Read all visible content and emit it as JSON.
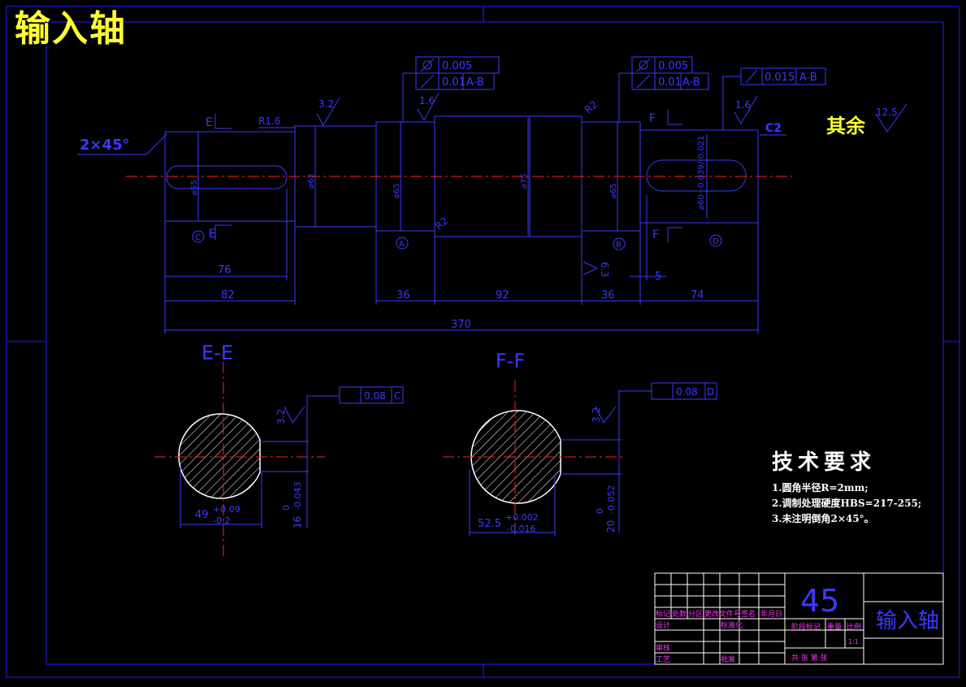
{
  "title": "输入轴",
  "chamfer_note": "2×45°",
  "roughness_other_label": "其余",
  "roughness_other_value": "12.5",
  "tolerances": {
    "t1_a": "0.005",
    "t1_b": "0.01",
    "t1_b_ref": "A-B",
    "t2_a": "0.005",
    "t2_b": "0.01",
    "t2_b_ref": "A-B",
    "t3": "0.015",
    "t3_ref": "A-B",
    "sec_e": "0.08",
    "sec_e_ref": "C",
    "sec_f": "0.08",
    "sec_f_ref": "D"
  },
  "roughness": {
    "r1": "3.2",
    "r2": "1.6",
    "r3": "1.6",
    "r4": "3.2",
    "r5": "3.2",
    "r6": "6.3",
    "r7": "R2"
  },
  "labels": {
    "e_top": "E",
    "e_bottom": "E",
    "f_top": "F",
    "f_bottom": "F",
    "c_mark": "C",
    "a_mark": "A",
    "b_mark": "B",
    "d_mark": "D",
    "r16": "R1.6",
    "c2": "C2",
    "r2": "R2"
  },
  "diameters": {
    "d1": "⌀55",
    "d2": "⌀62",
    "d3": "⌀65",
    "d4": "⌀75",
    "d5": "⌀65",
    "d6": "⌀60+0.039/-0.021"
  },
  "dimensions": {
    "d76": "76",
    "d82": "82",
    "d36a": "36",
    "d92": "92",
    "d36b": "36",
    "d74": "74",
    "d370": "370",
    "d5": "5"
  },
  "sections": {
    "e_title": "E-E",
    "f_title": "F-F",
    "e_width": "49",
    "e_width_tol_up": "+0.09",
    "e_width_tol_dn": "-0.2",
    "e_key": "16",
    "e_key_tol_up": "0",
    "e_key_tol_dn": "-0.043",
    "f_width": "52.5",
    "f_width_tol_up": "+0.002",
    "f_width_tol_dn": "-0.016",
    "f_key": "20",
    "f_key_tol_up": "0",
    "f_key_tol_dn": "-0.052"
  },
  "tech": {
    "heading": "技术要求",
    "line1": "1.圆角半径R=2mm;",
    "line2": "2.调制处理硬度HBS=217-255;",
    "line3": "3.未注明倒角2×45°。"
  },
  "title_block": {
    "material": "45",
    "part_name": "输入轴",
    "c1": "标记",
    "c2": "处数",
    "c3": "分区",
    "c4": "更改文件号",
    "c5": "签名",
    "c6": "年月日",
    "design": "设计",
    "std": "标准化",
    "review": "审核",
    "process": "工艺",
    "approve": "批准",
    "stage": "阶段标记",
    "weight": "重量",
    "scale": "比例",
    "scale_val": "1:1",
    "sheets": "共  张 第  张"
  },
  "colors": {
    "line": "#3a3aff",
    "red": "#ff2020",
    "yellow": "#ffff33",
    "white": "#ffffff",
    "magenta": "#ff33ff"
  }
}
